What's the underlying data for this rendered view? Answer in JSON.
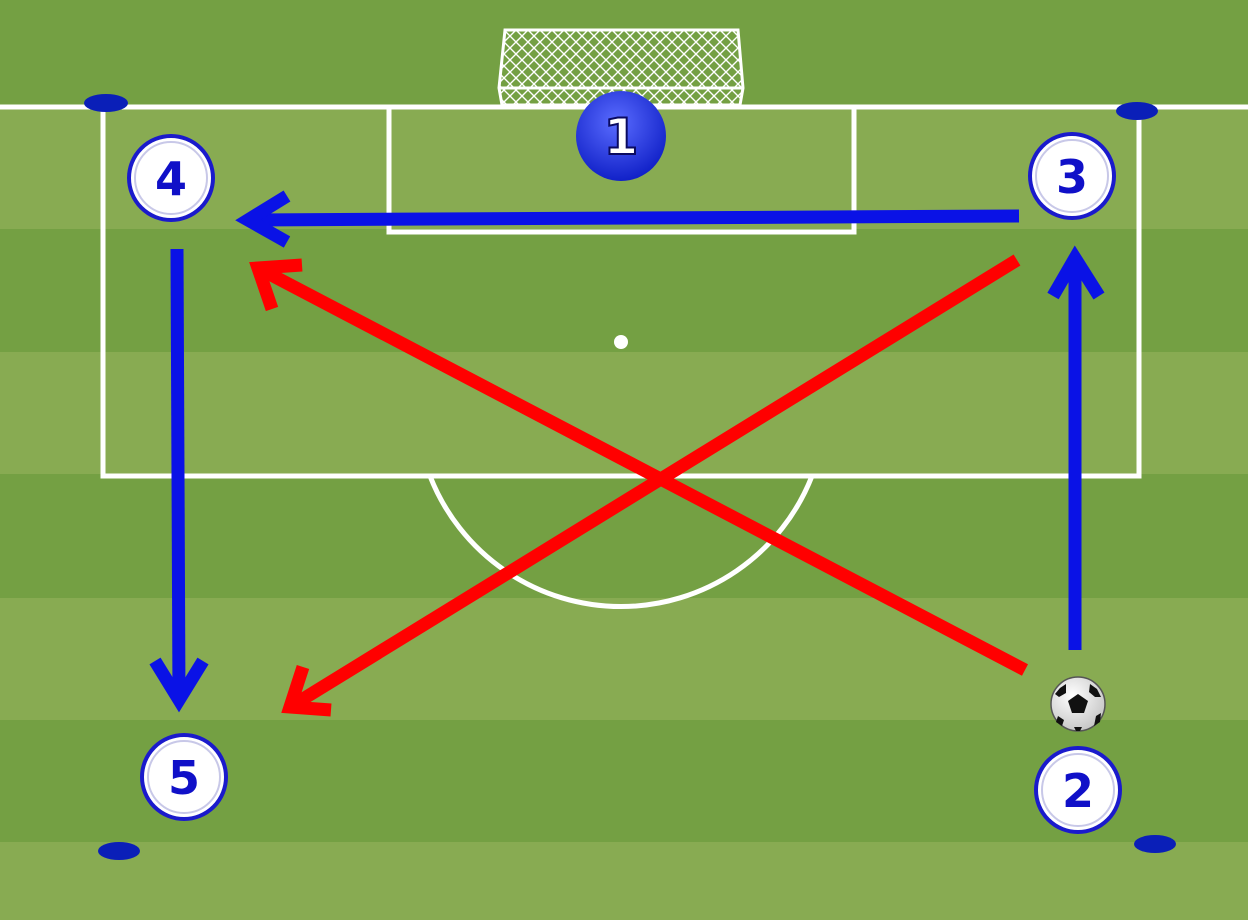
{
  "players": [
    {
      "id": "player-1",
      "label": "1",
      "role": "goalkeeper"
    },
    {
      "id": "player-2",
      "label": "2"
    },
    {
      "id": "player-3",
      "label": "3"
    },
    {
      "id": "player-4",
      "label": "4"
    },
    {
      "id": "player-5",
      "label": "5"
    }
  ],
  "colors": {
    "grass_light": "#88ab52",
    "grass_dark": "#74a043",
    "line": "#ffffff",
    "player_fill": "#ffffff",
    "player_ring": "#1a1acc",
    "player_text": "#1010c8",
    "keeper_fill": "#1c2fe0",
    "run_arrow": "#0a12e6",
    "pass_arrow": "#ff0000",
    "cone": "#0a1fb8"
  },
  "icons": {
    "ball": "soccer-ball-icon",
    "cone": "cone-marker-icon",
    "goal": "goal-net-icon"
  }
}
